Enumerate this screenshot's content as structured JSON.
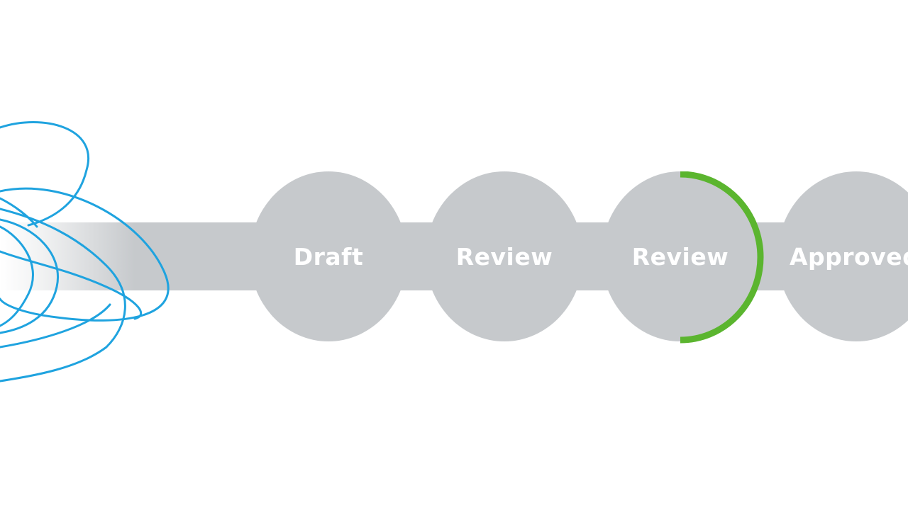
{
  "workflow": {
    "steps": [
      {
        "label": "Draft"
      },
      {
        "label": "Review"
      },
      {
        "label": "Review"
      },
      {
        "label": "Approved"
      }
    ],
    "active_step_index": 2,
    "active_step_progress": 0.5
  },
  "colors": {
    "step_fill": "#c6c9cc",
    "track": "#c6c9cc",
    "label": "#ffffff",
    "progress_ring": "#5bb52f",
    "scribble": "#1fa3df",
    "background": "#ffffff"
  },
  "decorations": {
    "scribble": "blue-scribble-mark"
  }
}
